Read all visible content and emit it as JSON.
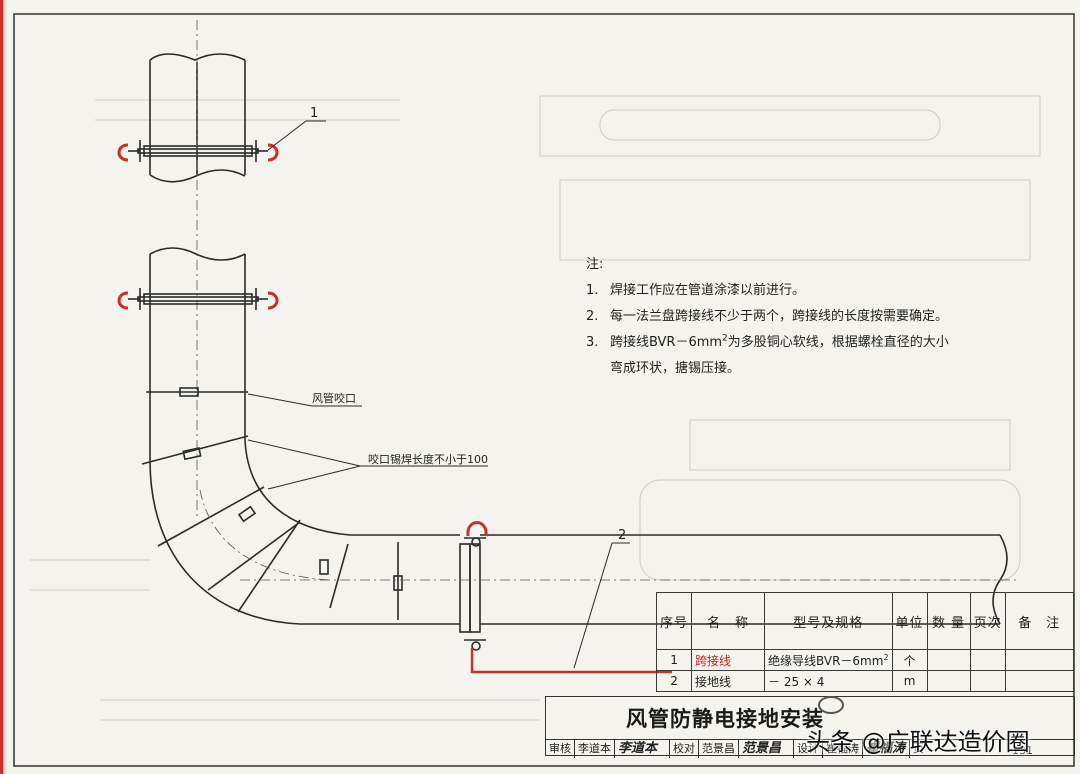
{
  "notes": {
    "heading": "注:",
    "items": [
      {
        "num": "1.",
        "text": "焊接工作应在管道涂漆以前进行。"
      },
      {
        "num": "2.",
        "text": "每一法兰盘跨接线不少于两个，跨接线的长度按需要确定。"
      },
      {
        "num": "3.",
        "text_before": "跨接线BVR－6mm",
        "sup": "2",
        "text_after": "为多股铜心软线，根据螺栓直径的大小",
        "continuation": "弯成环状，搪锡压接。"
      }
    ]
  },
  "callouts": {
    "c1": "1",
    "c2": "2",
    "seam": "风管咬口",
    "seam_weld": "咬口锡焊长度不小于100"
  },
  "parts_table": {
    "headers": [
      "序号",
      "名　称",
      "型号及规格",
      "单位",
      "数 量",
      "页次",
      "备　注"
    ],
    "rows": [
      {
        "no": "1",
        "name": "跨接线",
        "spec_before": "绝缘导线BVR－6mm",
        "spec_sup": "2",
        "unit": "个",
        "qty": "",
        "page": "",
        "note": ""
      },
      {
        "no": "2",
        "name": "接地线",
        "spec": "－ 25 × 4",
        "unit": "m",
        "qty": "",
        "page": "",
        "note": ""
      }
    ]
  },
  "title_block": {
    "title": "风管防静电接地安装",
    "row": [
      {
        "label": "审核",
        "value": "李道本"
      },
      {
        "sig": "李道本"
      },
      {
        "label": "校对",
        "value": "范景昌"
      },
      {
        "sig": "范景昌"
      },
      {
        "label": "设计",
        "value": "崔福涛"
      },
      {
        "sig": "崔福涛"
      },
      {
        "label": "页",
        "value": "131"
      }
    ]
  },
  "watermark": "头条 @广联达造价圈",
  "colors": {
    "line": "#2b2b2b",
    "red": "#c9302c",
    "paper": "#f4f3ee"
  }
}
